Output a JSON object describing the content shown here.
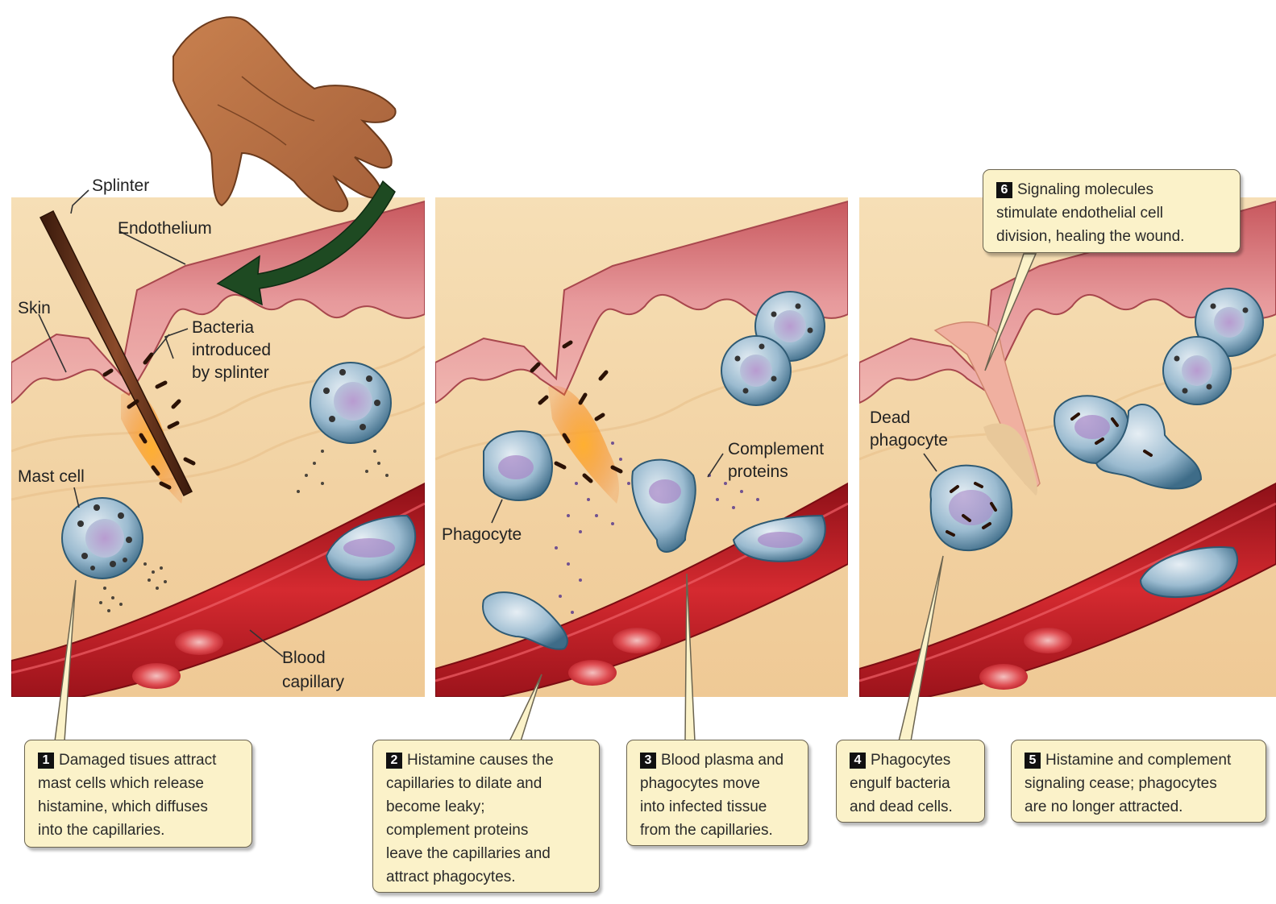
{
  "labels": {
    "splinter": "Splinter",
    "endothelium": "Endothelium",
    "skin": "Skin",
    "bacteria": [
      "Bacteria",
      "introduced",
      "by splinter"
    ],
    "mast_cell": "Mast cell",
    "blood_capillary": [
      "Blood",
      "capillary"
    ],
    "phagocyte": "Phagocyte",
    "complement_proteins": [
      "Complement",
      "proteins"
    ],
    "dead_phagocyte": [
      "Dead",
      "phagocyte"
    ]
  },
  "steps": [
    {
      "num": "1",
      "lines": [
        "Damaged tisues attract",
        "mast cells which release",
        "histamine, which diffuses",
        "into the capillaries."
      ]
    },
    {
      "num": "2",
      "lines": [
        "Histamine causes the",
        "capillaries to dilate and",
        "become leaky;",
        "complement proteins",
        "leave the capillaries and",
        "attract phagocytes."
      ]
    },
    {
      "num": "3",
      "lines": [
        "Blood plasma and",
        "phagocytes move",
        "into infected tissue",
        "from the capillaries."
      ]
    },
    {
      "num": "4",
      "lines": [
        "Phagocytes",
        "engulf bacteria",
        "and dead cells."
      ]
    },
    {
      "num": "5",
      "lines": [
        "Histamine and complement",
        "signaling cease; phagocytes",
        "are no longer attracted."
      ]
    },
    {
      "num": "6",
      "lines": [
        "Signaling molecules",
        "stimulate endothelial cell",
        "division, healing the wound."
      ]
    }
  ],
  "colors": {
    "skin_pink": "#e79a9c",
    "tissue_beige": "#f3d5a5",
    "blood_red": "#c8202a",
    "cell_blue": "#7fa6bf",
    "arrow_green": "#1e4a22",
    "callout_bg": "#fbf2c9"
  }
}
